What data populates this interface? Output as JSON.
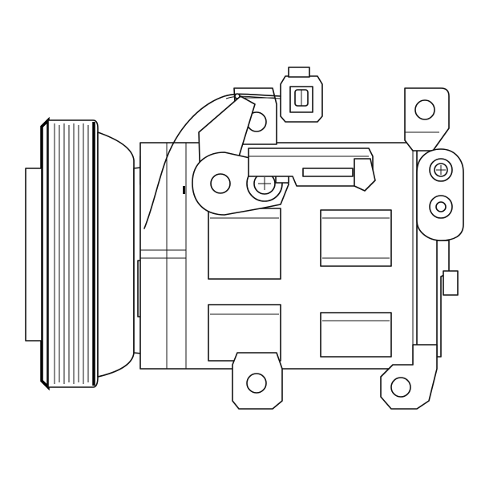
{
  "diagram": {
    "kind": "line-drawing",
    "colors": {
      "line": "#111111",
      "background": "#ffffff"
    },
    "parts": [
      "pulley",
      "compressor-body",
      "electrical-connector",
      "cable",
      "top-mounting-ear",
      "bottom-mounting-ear",
      "right-mounting-ear",
      "right-bottom-mounting-ear",
      "pipe-port-left",
      "pipe-port-right"
    ]
  }
}
